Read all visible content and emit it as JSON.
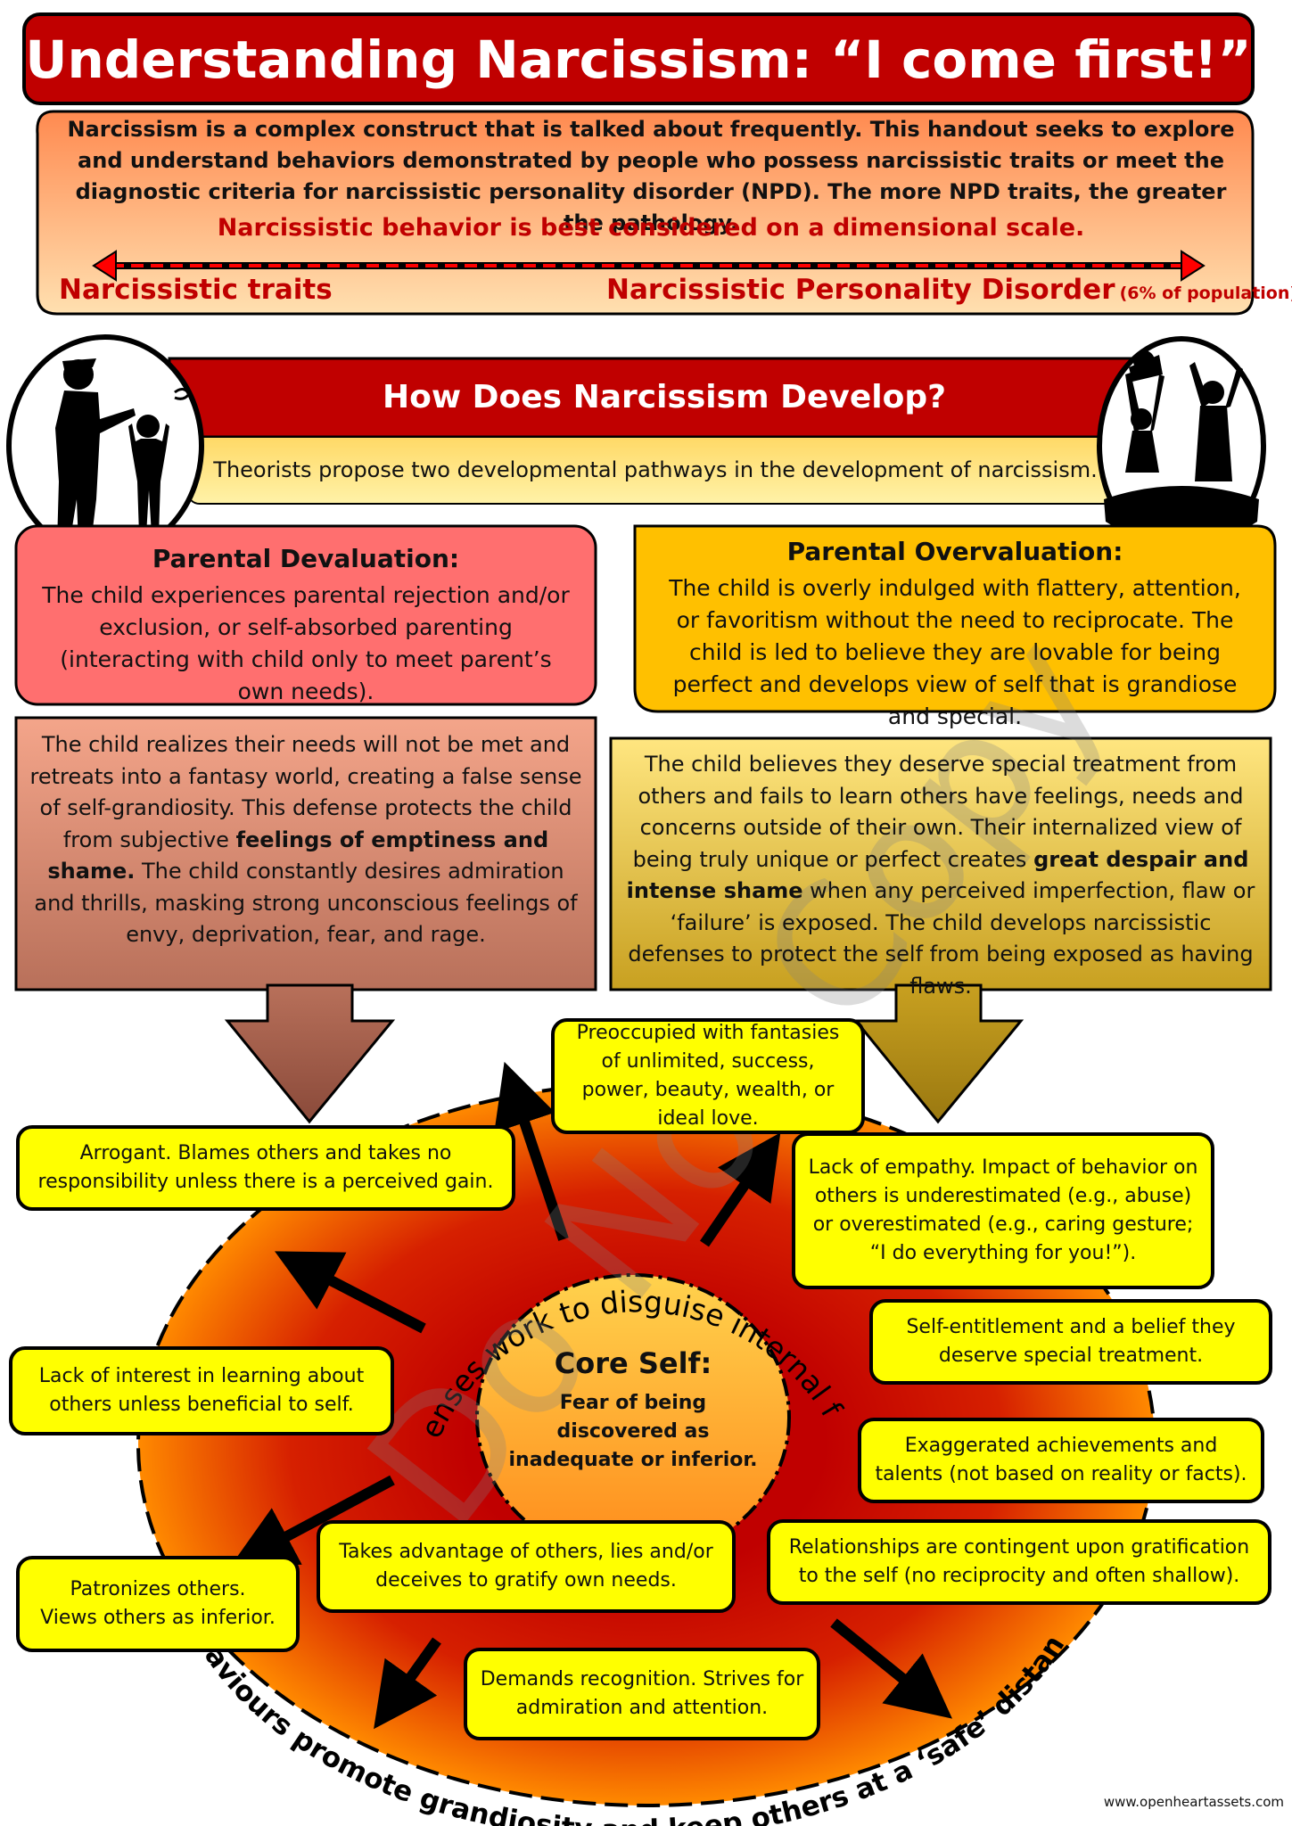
{
  "title": "Understanding Narcissism: “I come first!”",
  "intro": {
    "text": "Narcissism is a complex construct that is talked about frequently. This handout seeks to explore and understand behaviors demonstrated by people who possess narcissistic traits or meet the diagnostic criteria for narcissistic personality disorder (NPD). The more NPD traits, the greater the pathology.",
    "scale_statement": "Narcissistic behavior is best considered on a dimensional scale.",
    "scale_left": "Narcissistic traits",
    "scale_right": "Narcissistic Personality Disorder",
    "scale_right_note": "(6% of population)"
  },
  "develop": {
    "heading": "How Does Narcissism Develop?",
    "subtext": "Theorists propose two developmental pathways in the development of narcissism."
  },
  "devaluation": {
    "title": "Parental Devaluation:",
    "text": "The child experiences parental rejection and/or exclusion, or self-absorbed parenting (interacting with child only to meet parent’s own needs).",
    "outcome_a": "The child realizes their needs will not be met and retreats into a fantasy world, creating a false sense of self-grandiosity. This defense protects the child from subjective ",
    "outcome_bold": "feelings of emptiness and shame.",
    "outcome_b": " The child constantly desires admiration and thrills, masking strong unconscious feelings of envy, deprivation, fear, and rage."
  },
  "overvaluation": {
    "title": "Parental Overvaluation:",
    "text": "The child is overly indulged with flattery, attention, or favoritism without the need to reciprocate. The child is led to believe they are lovable for being perfect and develops view of self that is grandiose and special.",
    "outcome_a": "The child believes they deserve special treatment from others and fails to learn others have feelings, needs and concerns outside of their own. Their internalized view of being truly unique or perfect creates ",
    "outcome_bold": "great despair and intense shame",
    "outcome_b": " when any perceived imperfection, flaw or ‘failure’ is exposed. The child develops narcissistic defenses to protect the self from being exposed as having flaws."
  },
  "core": {
    "title": "Core Self:",
    "text": "Fear of being discovered as inadequate or inferior."
  },
  "inner_curve_text": "Defenses work to disguise internal fear.",
  "outer_curve_text": "Behaviours promote grandiosity and keep others at a ‘safe’ distance.",
  "behaviors": {
    "fantasies": "Preoccupied with fantasies of unlimited, success, power, beauty, wealth, or ideal love.",
    "arrogant": "Arrogant. Blames others and takes no responsibility unless there is a perceived gain.",
    "empathy": "Lack of empathy. Impact of behavior on others is underestimated (e.g., abuse) or overestimated (e.g., caring gesture; “I do everything for you!”).",
    "entitlement": "Self-entitlement and a belief they deserve special treatment.",
    "interest": "Lack of interest in learning about others unless beneficial to self.",
    "exaggerated": "Exaggerated achievements and talents (not based on reality or facts).",
    "advantage": "Takes advantage of others, lies and/or deceives to gratify own needs.",
    "relationships": "Relationships are contingent upon gratification to the self (no reciprocity and often shallow).",
    "patronizes_1": "Patronizes others.",
    "patronizes_2": "Views others as inferior.",
    "recognition": "Demands recognition. Strives for admiration and attention."
  },
  "watermark": "Do Not Copy",
  "footer_url": "www.openheartassets.com",
  "colors": {
    "title_red": "#c00000",
    "accent_red": "#c00000",
    "orange": "#ffa500",
    "yellow": "#ffff00",
    "devaluation_pink": "#ff6f6f",
    "overvaluation_gold": "#ffc000"
  }
}
